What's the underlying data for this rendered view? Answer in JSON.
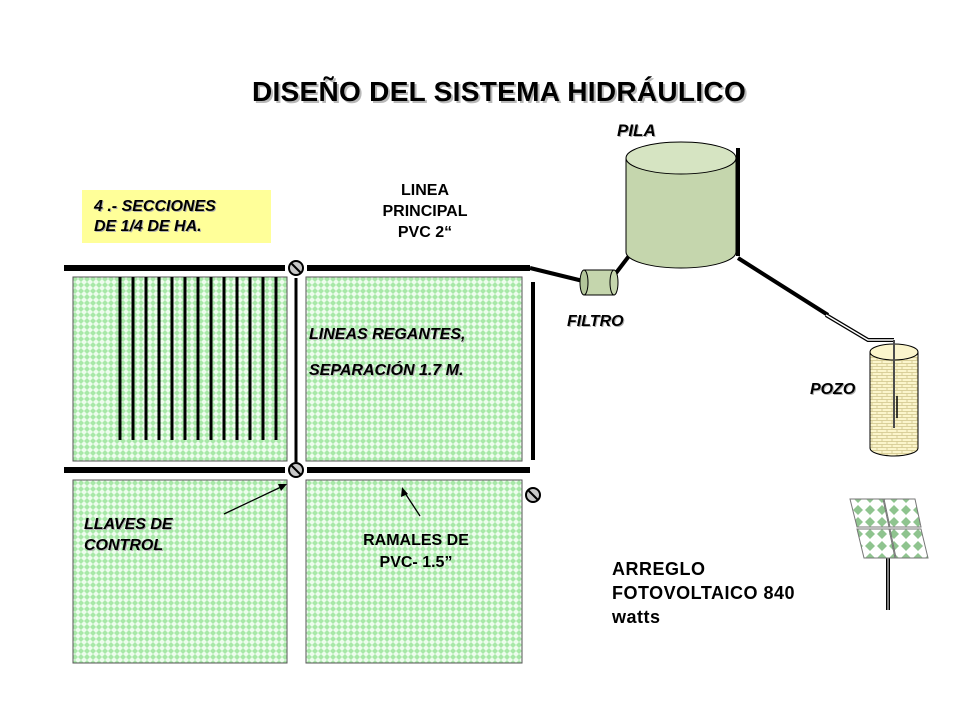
{
  "title": "DISEÑO DEL SISTEMA HIDRÁULICO",
  "note": {
    "line1": "4 .- SECCIONES",
    "line2": "DE  1/4 DE HA."
  },
  "main_line": {
    "line1": "LINEA",
    "line2": "PRINCIPAL",
    "line3": "PVC 2“"
  },
  "tank_label": "PILA",
  "filter_label": "FILTRO",
  "well_label": "POZO",
  "drip_lines": {
    "line1": "LINEAS REGANTES,",
    "line2": "SEPARACIÓN 1.7 M."
  },
  "valves": {
    "line1": "LLAVES DE",
    "line2": "CONTROL"
  },
  "branches": {
    "line1": "RAMALES DE",
    "line2": "PVC- 1.5”"
  },
  "solar": {
    "line1": "ARREGLO",
    "line2": "FOTOVOLTAICO 840",
    "line3": "watts"
  },
  "colors": {
    "field_fill": "#e8fae8",
    "field_pattern": "#9de39d",
    "tank": "#c5d6ad",
    "well": "#fbf4c6",
    "note_bg": "#ffff99"
  }
}
